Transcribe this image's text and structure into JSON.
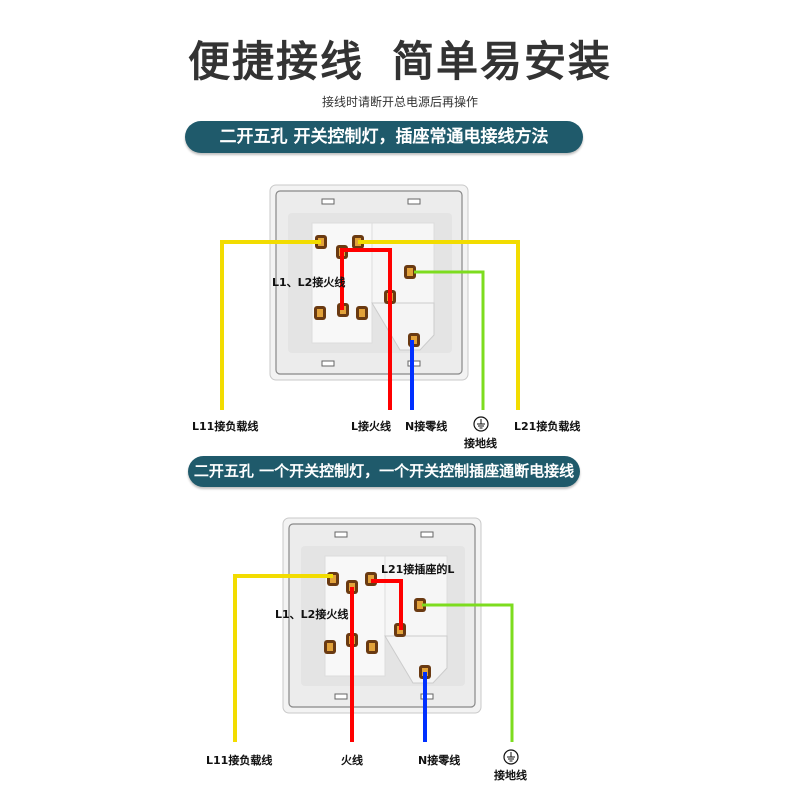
{
  "header": {
    "title_part1": "便捷接线",
    "title_part2": "简单易安装",
    "subtitle": "接线时请断开总电源后再操作"
  },
  "diagram1": {
    "banner": "二开五孔 开关控制灯，插座常通电接线方法",
    "labels": {
      "l1_l2": "L1、L2接火线",
      "l11": "L11接负载线",
      "l": "L接火线",
      "n": "N接零线",
      "ground": "接地线",
      "l21": "L21接负载线"
    }
  },
  "diagram2": {
    "banner": "二开五孔 一个开关控制灯，一个开关控制插座通断电接线方法",
    "labels": {
      "l21_socket": "L21接插座的L",
      "l1_l2": "L1、L2接火线",
      "l11": "L11接负载线",
      "live": "火线",
      "n": "N接零线",
      "ground": "接地线"
    }
  },
  "colors": {
    "banner": "#1f5a6b",
    "load_wire": "#f2dc00",
    "live_wire": "#ff0000",
    "neutral_wire": "#0030ff",
    "ground_wire": "#7ddc1f"
  },
  "icons": [
    "ground-symbol-icon"
  ]
}
